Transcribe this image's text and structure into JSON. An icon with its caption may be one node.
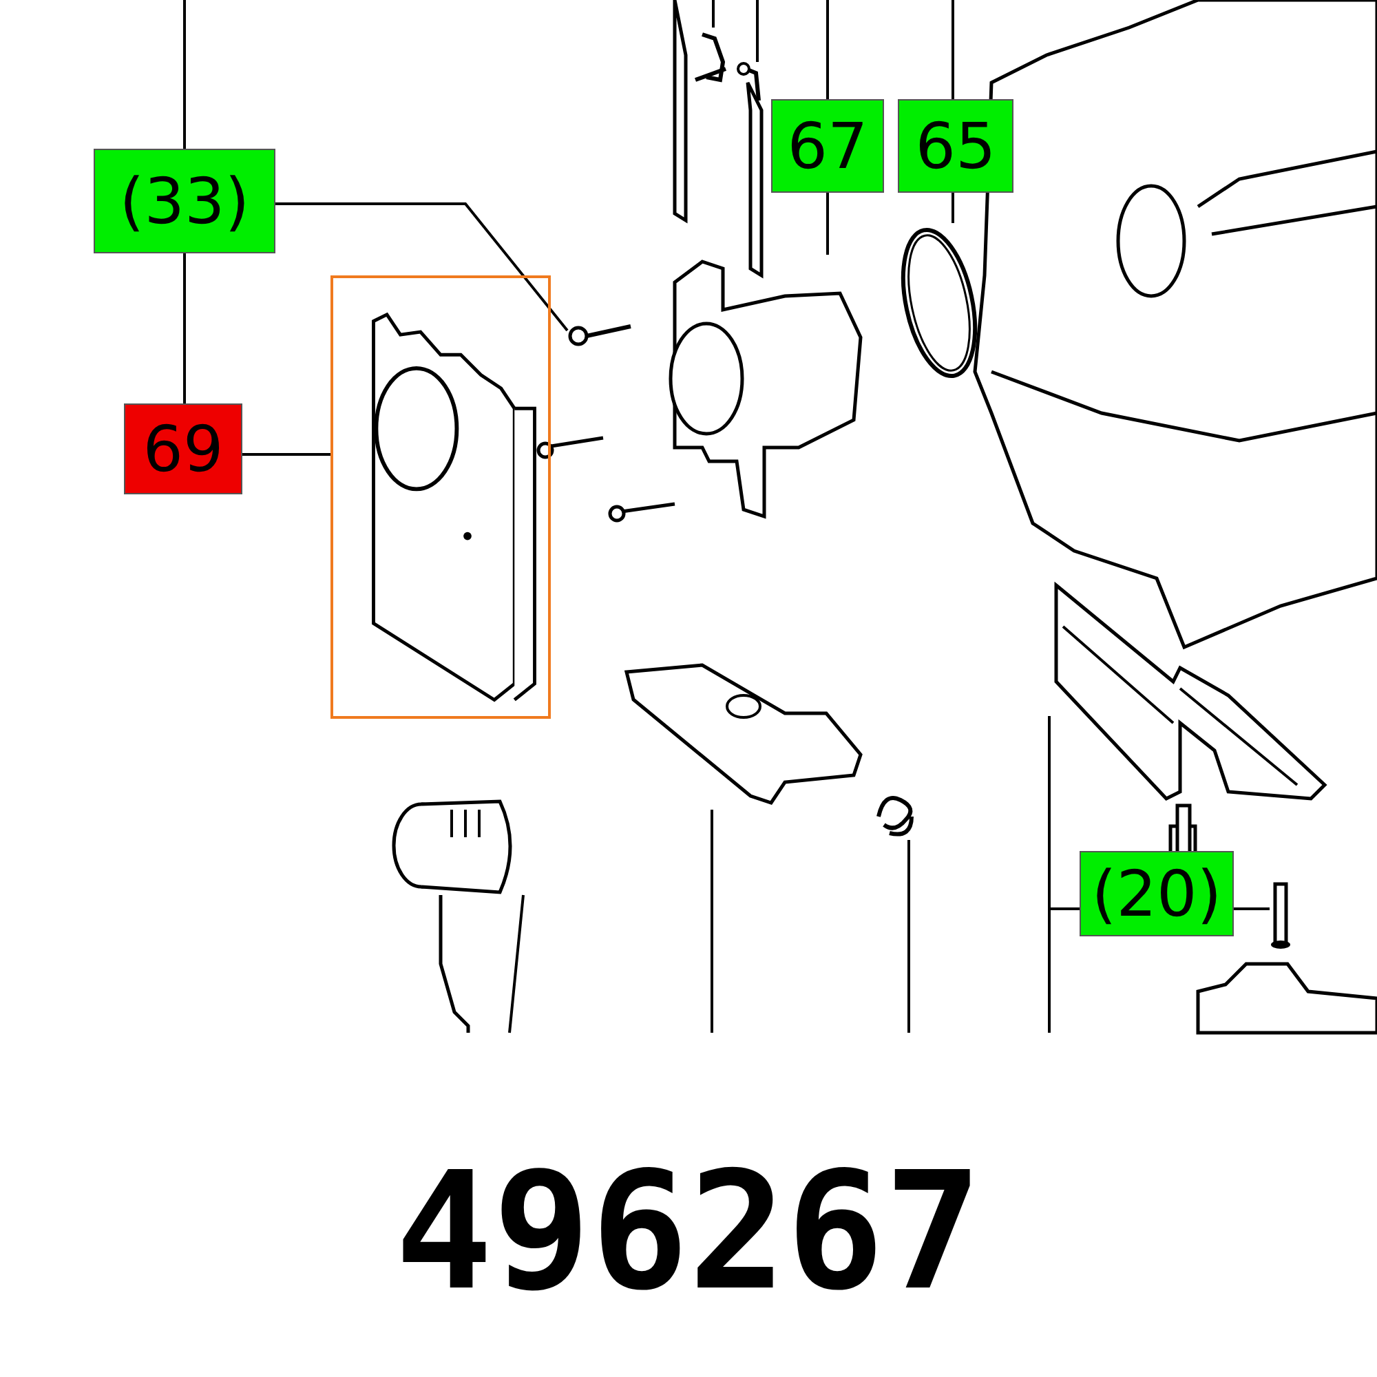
{
  "diagram": {
    "nodes": [
      {
        "text": [
          "(33)"
        ]
      },
      {
        "text": [
          "69"
        ]
      },
      {
        "text": [
          "67"
        ]
      },
      {
        "text": [
          "65"
        ]
      },
      {
        "text": [
          "(20)"
        ]
      },
      {
        "text": [],
        "shape": "picture"
      },
      {
        "text": [],
        "shape": "picture"
      },
      {
        "text": [],
        "shape": "picture"
      },
      {
        "text": [],
        "shape": "picture"
      },
      {
        "text": [],
        "shape": "picture"
      },
      {
        "text": [],
        "shape": "bar"
      },
      {
        "text": [],
        "shape": "picture"
      },
      {
        "text": [],
        "shape": "picture"
      },
      {
        "text": [],
        "shape": "picture"
      },
      {
        "text": [],
        "shape": "picture"
      },
      {
        "text": [],
        "shape": "picture"
      }
    ],
    "edges": [
      {
        "from": 0,
        "to": null,
        "arrow": "none"
      },
      {
        "from": 0,
        "to": 1,
        "arrow": "none"
      },
      {
        "from": 0,
        "to": 6,
        "arrow": "none"
      },
      {
        "from": 1,
        "to": 5,
        "arrow": "none"
      },
      {
        "from": 2,
        "to": null,
        "arrow": "none"
      },
      {
        "from": 2,
        "to": 7,
        "arrow": "none"
      },
      {
        "from": 3,
        "to": null,
        "arrow": "none"
      },
      {
        "from": 3,
        "to": 8,
        "arrow": "none"
      },
      {
        "from": 4,
        "to": 9,
        "arrow": "none"
      },
      {
        "from": 4,
        "to": 10,
        "arrow": "none"
      },
      {
        "from": 4,
        "to": null,
        "arrow": "none"
      },
      {
        "from": 11,
        "to": null,
        "arrow": "none"
      },
      {
        "from": 12,
        "to": null,
        "arrow": "none"
      },
      {
        "from": 13,
        "to": null,
        "arrow": "none"
      },
      {
        "from": 14,
        "to": null,
        "arrow": "none"
      },
      {
        "from": 15,
        "to": null,
        "arrow": "none"
      }
    ],
    "labels": [
      "496267"
    ]
  }
}
